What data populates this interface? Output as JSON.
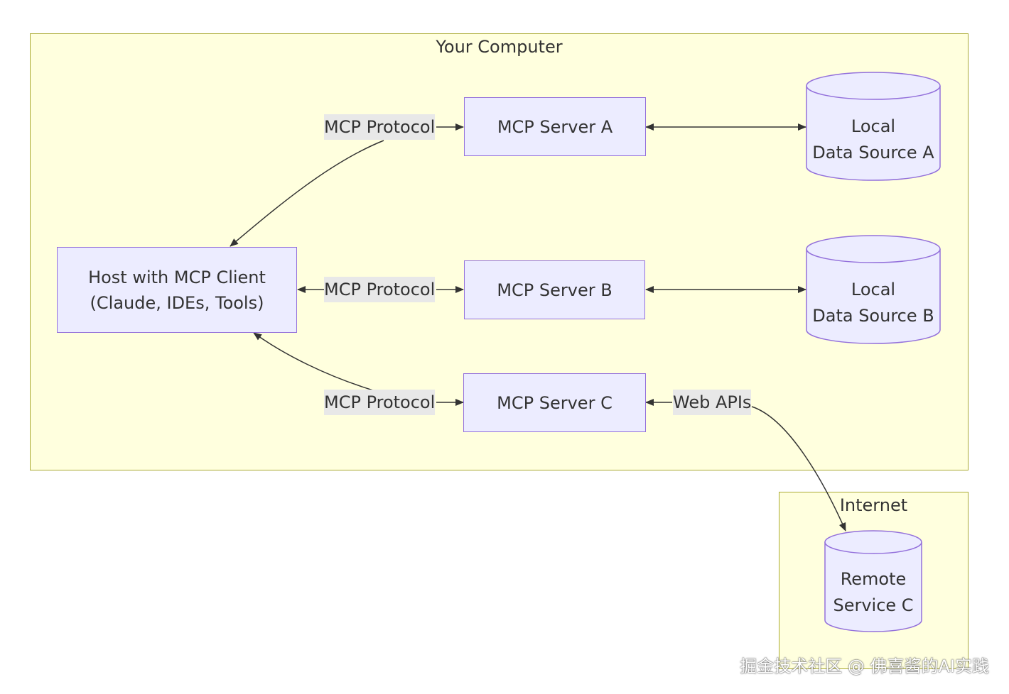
{
  "clusters": {
    "your_computer": {
      "title": "Your Computer"
    },
    "internet": {
      "title": "Internet"
    }
  },
  "nodes": {
    "host": {
      "line1": "Host with MCP Client",
      "line2": "(Claude, IDEs, Tools)"
    },
    "server_a": {
      "label": "MCP Server A"
    },
    "server_b": {
      "label": "MCP Server B"
    },
    "server_c": {
      "label": "MCP Server C"
    },
    "data_a": {
      "line1": "Local",
      "line2": "Data Source A"
    },
    "data_b": {
      "line1": "Local",
      "line2": "Data Source B"
    },
    "remote_c": {
      "line1": "Remote",
      "line2": "Service C"
    }
  },
  "edge_labels": {
    "protocol_a": "MCP Protocol",
    "protocol_b": "MCP Protocol",
    "protocol_c": "MCP Protocol",
    "web_apis": "Web APIs"
  },
  "colors": {
    "cluster_fill": "#ffffde",
    "cluster_border": "#aaaa33",
    "node_fill": "#ececff",
    "node_border": "#9370db",
    "edge_stroke": "#333333",
    "edge_label_bg": "#e8e8e8"
  },
  "watermark": "掘金技术社区 @ 佛喜酱的AI实践"
}
